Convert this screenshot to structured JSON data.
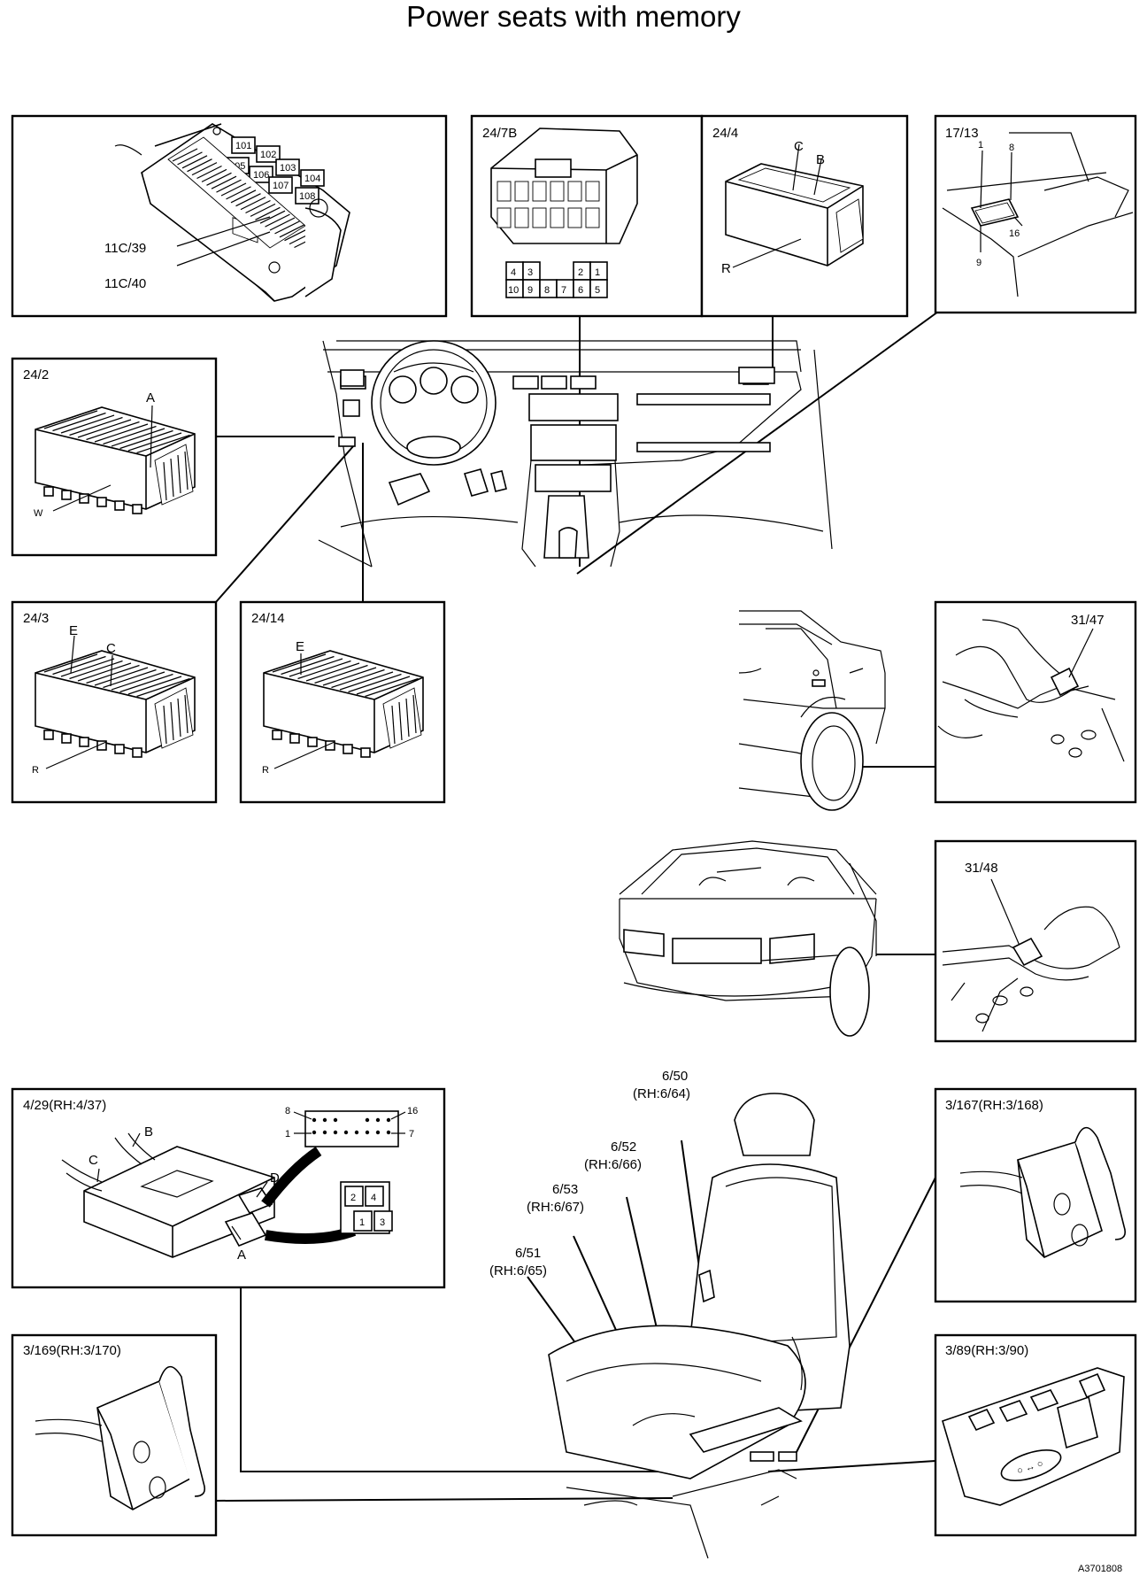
{
  "title": "Power seats with memory",
  "ref_code": "A3701808",
  "panels": {
    "fusebox": {
      "labels": [
        "11C/39",
        "11C/40"
      ],
      "relays": [
        "101",
        "102",
        "105",
        "106",
        "103",
        "104",
        "107",
        "108"
      ]
    },
    "p24_7B": {
      "id": "24/7B",
      "pins_top": [
        "4",
        "3",
        "2",
        "1"
      ],
      "pins_bottom": [
        "10",
        "9",
        "8",
        "7",
        "6",
        "5"
      ]
    },
    "p24_4": {
      "id": "24/4",
      "labels": [
        "C",
        "B",
        "R"
      ]
    },
    "p17_13": {
      "id": "17/13",
      "pins": [
        "1",
        "8",
        "9",
        "16"
      ]
    },
    "p24_2": {
      "id": "24/2",
      "labels": [
        "A",
        "W"
      ]
    },
    "p24_3": {
      "id": "24/3",
      "labels": [
        "E",
        "C",
        "R"
      ]
    },
    "p24_14": {
      "id": "24/14",
      "labels": [
        "E",
        "R"
      ]
    },
    "p31_47": {
      "id": "31/47"
    },
    "p31_48": {
      "id": "31/48"
    },
    "p4_29": {
      "id": "4/29(RH:4/37)",
      "labels": [
        "B",
        "C",
        "D",
        "A"
      ],
      "pins16": [
        "8",
        "16",
        "1",
        "7"
      ],
      "pins4": [
        "2",
        "4",
        "1",
        "3"
      ]
    },
    "p3_167": {
      "id": "3/167(RH:3/168)"
    },
    "p3_169": {
      "id": "3/169(RH:3/170)"
    },
    "p3_89": {
      "id": "3/89(RH:3/90)"
    }
  },
  "seat_callouts": [
    {
      "a": "6/50",
      "b": "(RH:6/64)"
    },
    {
      "a": "6/52",
      "b": "(RH:6/66)"
    },
    {
      "a": "6/53",
      "b": "(RH:6/67)"
    },
    {
      "a": "6/51",
      "b": "(RH:6/65)"
    }
  ]
}
